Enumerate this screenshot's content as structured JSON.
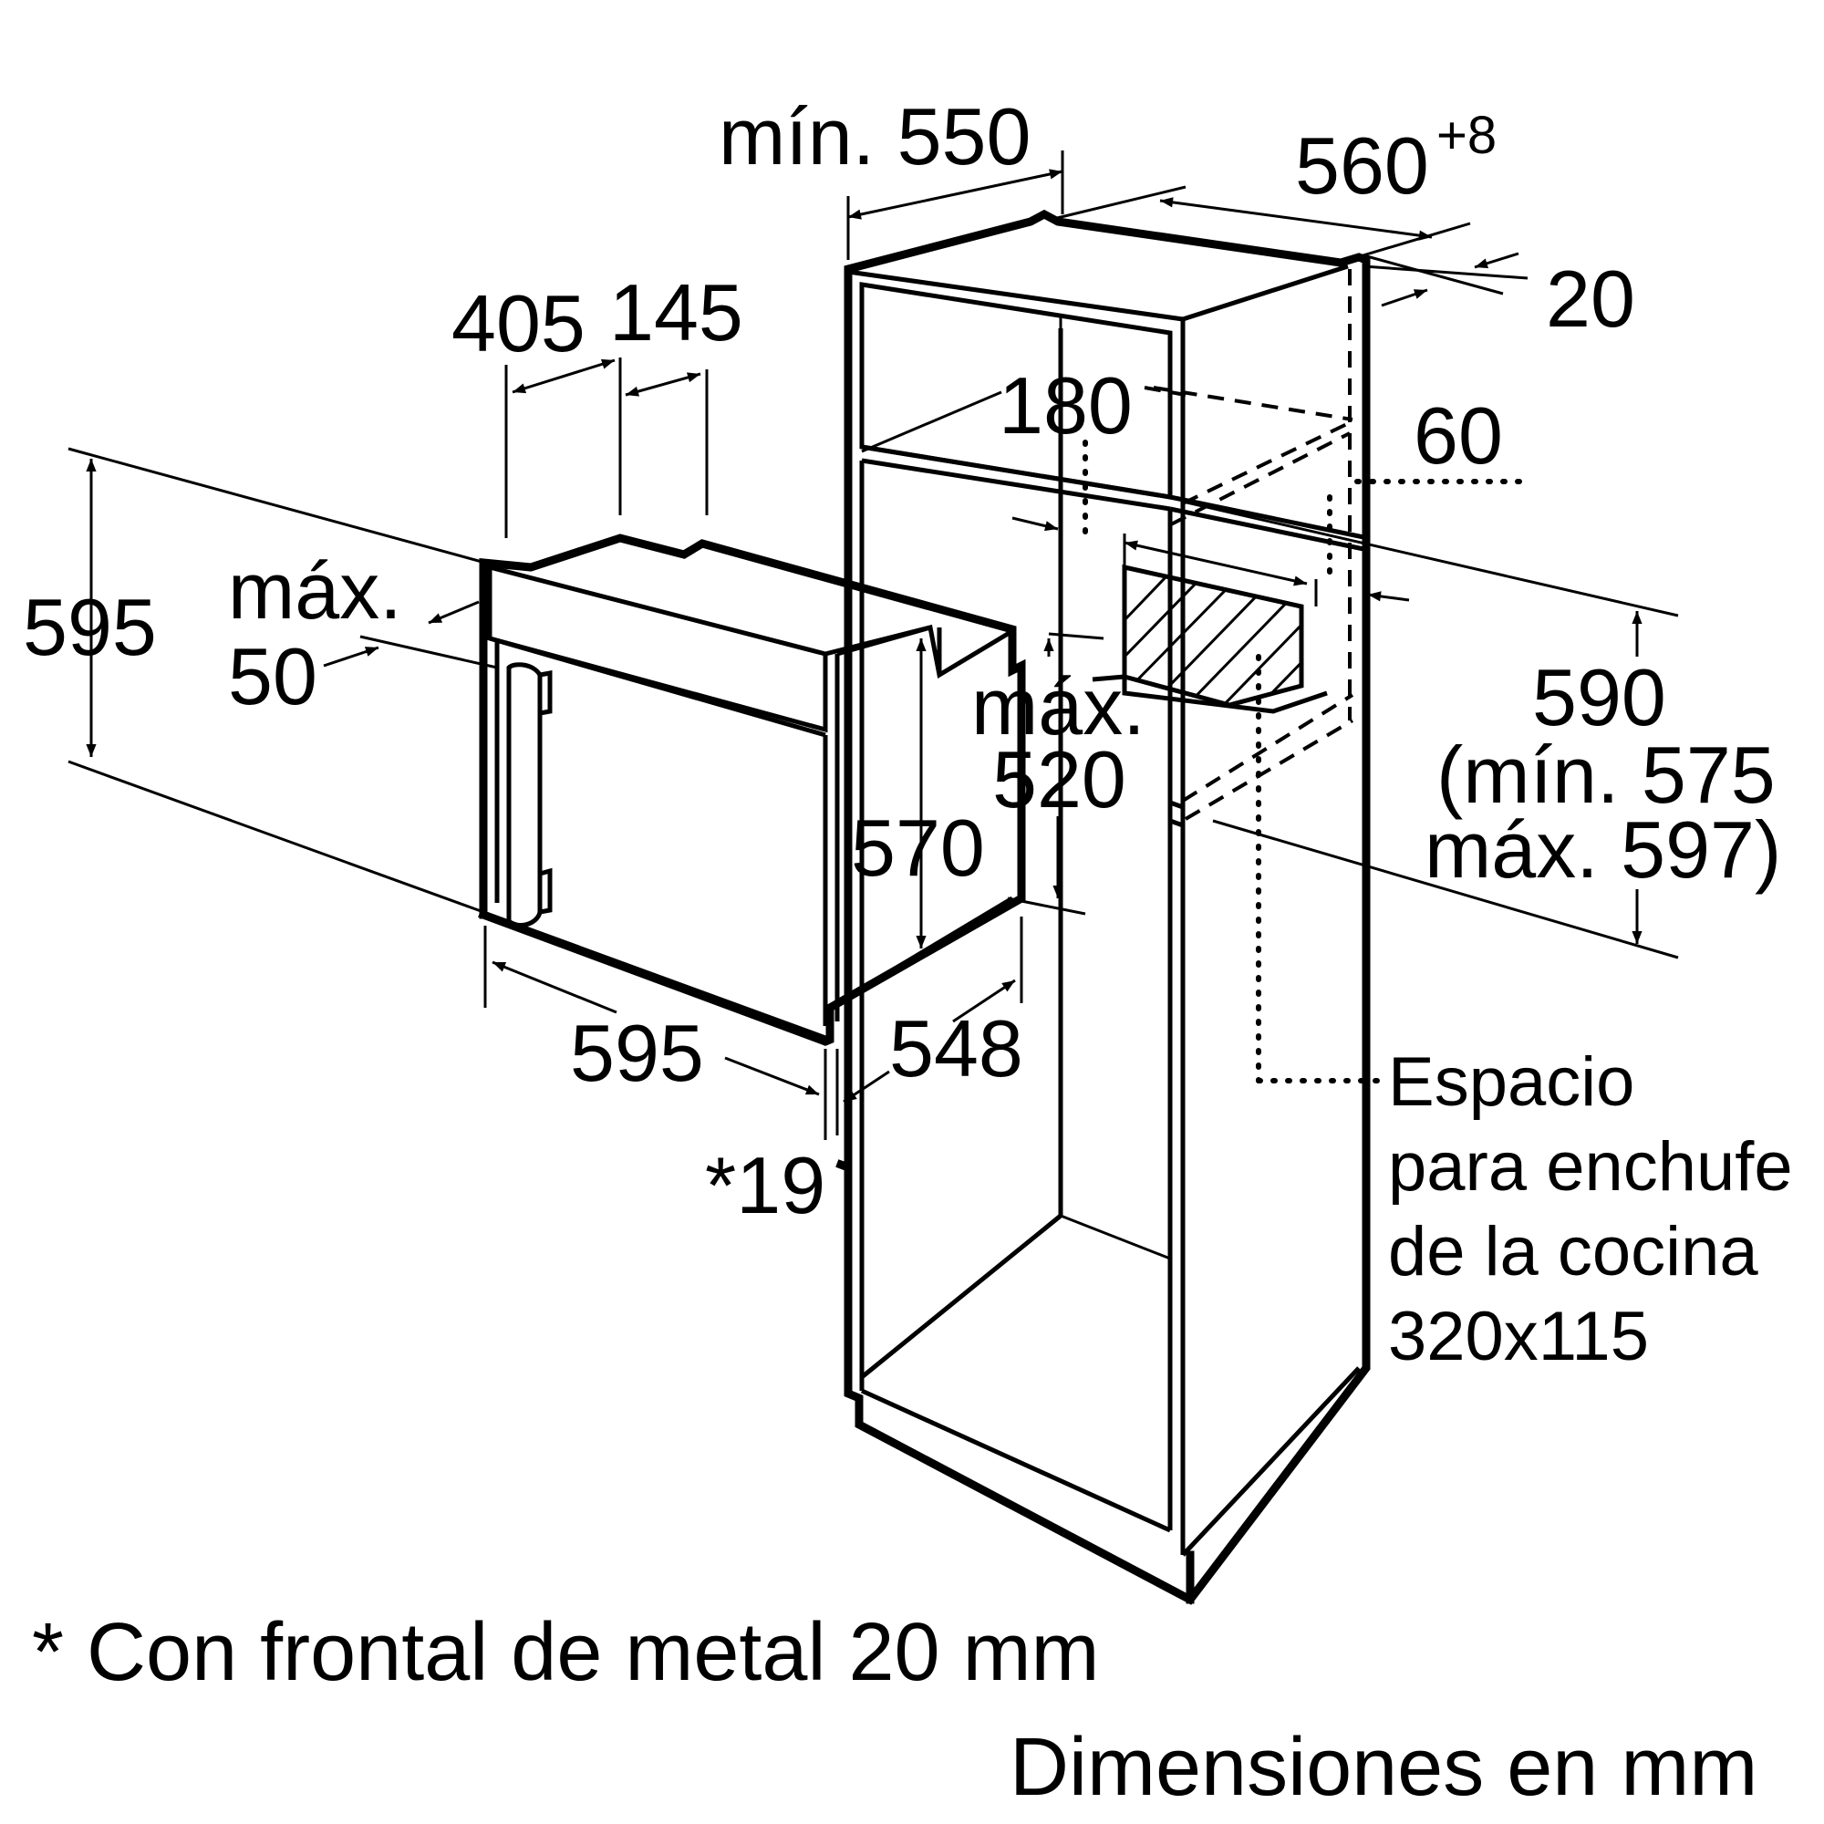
{
  "dimensions": {
    "min_550": "mín. 550",
    "w560": "560",
    "w560_tol": "+8",
    "d20": "20",
    "d405": "405",
    "d145": "145",
    "d180": "180",
    "d60": "60",
    "h595_left": "595",
    "max_label_50": "máx.",
    "d50": "50",
    "max_label_520": "máx.",
    "d520": "520",
    "h570": "570",
    "h590": "590",
    "h590_min": "(mín. 575",
    "h590_max": "máx. 597)",
    "w595_bottom": "595",
    "d548": "548",
    "d19": "*19"
  },
  "socket_note": {
    "line1": "Espacio",
    "line2": "para enchufe",
    "line3": "de la cocina",
    "line4": "320x115"
  },
  "footnote": "* Con frontal de metal 20 mm",
  "units_note": "Dimensiones en mm"
}
